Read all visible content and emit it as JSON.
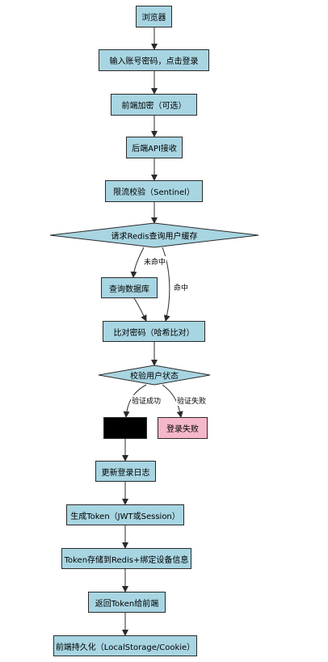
{
  "nodes": {
    "browser": "浏览器",
    "input_credentials": "输入账号密码，点击登录",
    "frontend_encrypt": "前端加密（可选）",
    "backend_api": "后端API接收",
    "rate_limit": "限流校验（Sentinel）",
    "redis_lookup": "请求Redis查询用户缓存",
    "query_db": "查询数据库",
    "compare_password": "比对密码（哈希比对）",
    "check_status": "校验用户状态",
    "success_box": "",
    "login_failed": "登录失败",
    "update_log": "更新登录日志",
    "generate_token": "生成Token（JWT或Session）",
    "store_token": "Token存储到Redis+绑定设备信息",
    "return_token": "返回Token给前端",
    "persist": "前端持久化（LocalStorage/Cookie）"
  },
  "edge_labels": {
    "cache_miss": "未命中",
    "cache_hit": "命中",
    "verify_success": "验证成功",
    "verify_fail": "验证失败"
  },
  "colors": {
    "process": "#a8d5e2",
    "highlight": "#000000",
    "failure": "#f4b8c8",
    "line": "#2a2a2a"
  }
}
